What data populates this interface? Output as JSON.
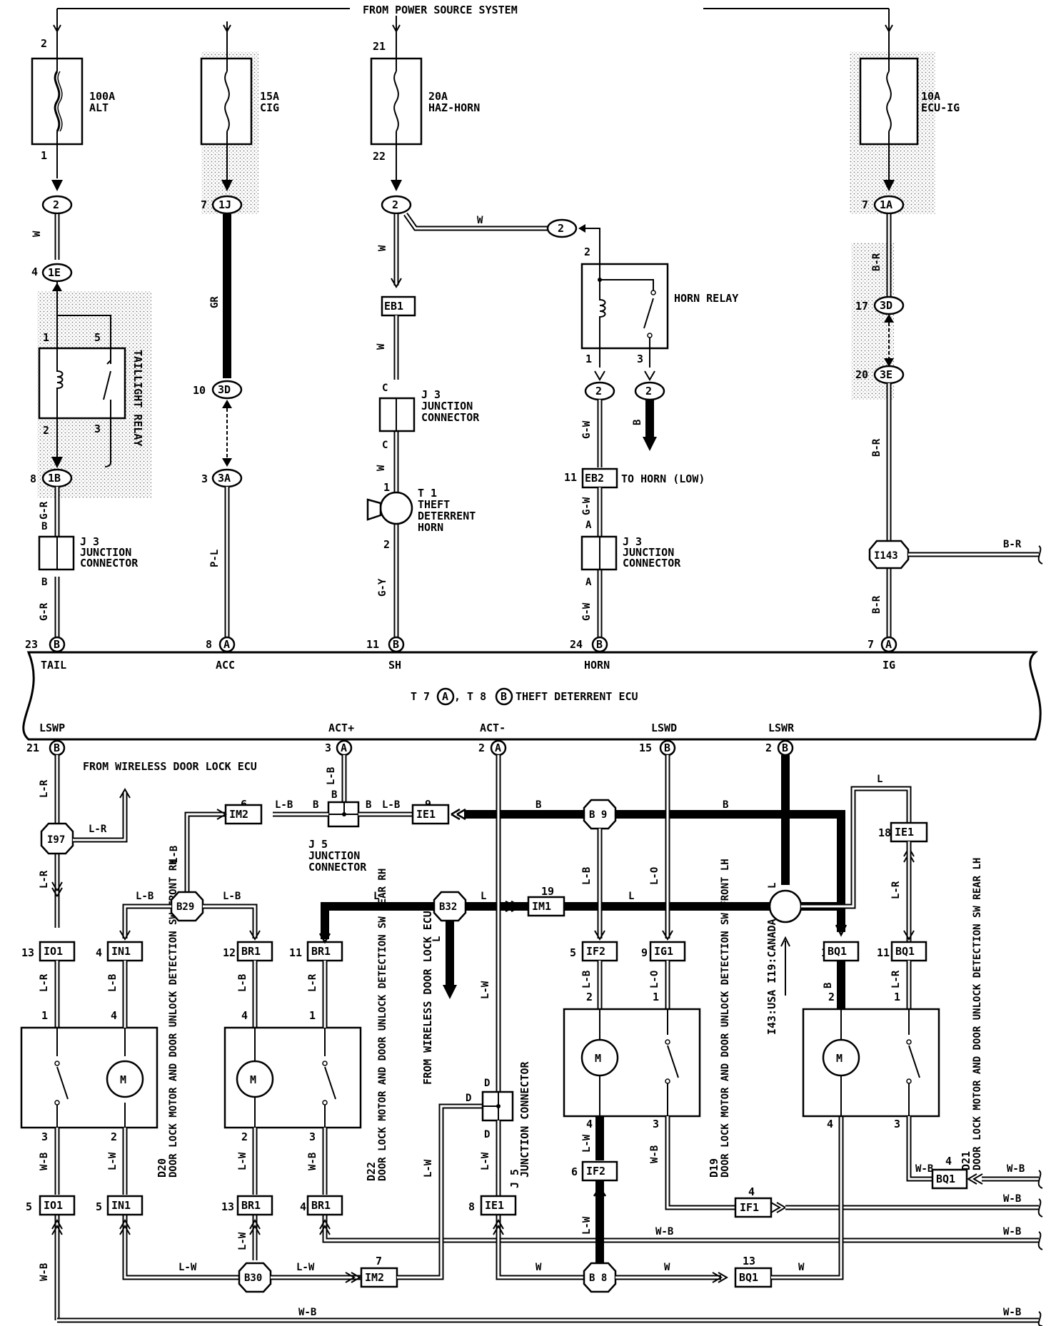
{
  "header": {
    "power_source": "FROM POWER SOURCE SYSTEM"
  },
  "fuses": [
    {
      "pin_in": "2",
      "pin_out": "1",
      "rating": "100A",
      "name": "ALT"
    },
    {
      "rating": "15A",
      "name": "CIG"
    },
    {
      "pin_in": "21",
      "pin_out": "22",
      "rating": "20A",
      "name": "HAZ-HORN"
    },
    {
      "rating": "10A",
      "name": "ECU-IG"
    }
  ],
  "connectors": {
    "c2a": "2",
    "c1E": "1E",
    "c1B": "1B",
    "c1J": "1J",
    "c3D": "3D",
    "c3A": "3A",
    "c2h": "2",
    "c2r": "2",
    "c2x": "2",
    "c2y": "2",
    "c1A": "1A",
    "c3Dr": "3D",
    "c3E": "3E",
    "EB1": "EB1",
    "EB2": "EB2",
    "I143": "I143",
    "pin4": "4",
    "pin8": "8",
    "pin7a": "7",
    "pin10": "10",
    "pin3": "3",
    "pin2eb": "2",
    "pin11eb": "11",
    "pin7b": "7",
    "pin17": "17",
    "pin20": "20"
  },
  "wires": {
    "W": "W",
    "GR": "GR",
    "P_L": "P-L",
    "G_R": "G-R",
    "B": "B",
    "G_Y": "G-Y",
    "G_W": "G-W",
    "B_R": "B-R",
    "A": "A",
    "C": "C",
    "L_R": "L-R",
    "L_B": "L-B",
    "L": "L",
    "L_O": "L-O",
    "L_W": "L-W",
    "W_B": "W-B",
    "D": "D"
  },
  "relays": {
    "taillight": "TAILLIGHT RELAY",
    "horn": "HORN RELAY",
    "pins": {
      "p1": "1",
      "p5": "5",
      "p2": "2",
      "p3": "3"
    }
  },
  "junctions": {
    "j3": "J 3",
    "junction": "JUNCTION",
    "connector": "CONNECTOR",
    "j5": "J 5",
    "j5_text": "JUNCTION CONNECTOR"
  },
  "horn": {
    "id": "T 1",
    "line1": "THEFT",
    "line2": "DETERRENT",
    "line3": "HORN",
    "pin1": "1",
    "pin2": "2"
  },
  "to_horn_low": "TO HORN (LOW)",
  "ecu": {
    "title_prefix": "T 7",
    "title_mid": ", T 8",
    "title_suffix": "THEFT DETERRENT ECU",
    "A": "A",
    "Bc": "B",
    "top_terminals": [
      {
        "pin": "23",
        "conn": "B",
        "name": "TAIL"
      },
      {
        "pin": "8",
        "conn": "A",
        "name": "ACC"
      },
      {
        "pin": "11",
        "conn": "B",
        "name": "SH"
      },
      {
        "pin": "24",
        "conn": "B",
        "name": "HORN"
      },
      {
        "pin": "7",
        "conn": "A",
        "name": "IG"
      }
    ],
    "bottom_terminals": [
      {
        "pin": "21",
        "conn": "B",
        "name": "LSWP"
      },
      {
        "pin": "3",
        "conn": "A",
        "name": "ACT+"
      },
      {
        "pin": "2",
        "conn": "A",
        "name": "ACT-"
      },
      {
        "pin": "15",
        "conn": "B",
        "name": "LSWD"
      },
      {
        "pin": "2",
        "conn": "B",
        "name": "LSWR"
      }
    ]
  },
  "wireless": {
    "top": "FROM WIRELESS DOOR LOCK ECU",
    "side": "FROM WIRELESS DOOR LOCK ECU"
  },
  "splices": [
    "I97",
    "B29",
    "B32",
    "B 9",
    "B30",
    "B 8"
  ],
  "region_note": "I43:USA I19:CANADA",
  "door_units": [
    {
      "id": "D20",
      "desc": "DOOR LOCK MOTOR AND DOOR UNLOCK DETECTION SW FRONT RH"
    },
    {
      "id": "D22",
      "desc": "DOOR LOCK MOTOR AND DOOR UNLOCK DETECTION SW REAR RH"
    },
    {
      "id": "D19",
      "desc": "DOOR LOCK MOTOR AND DOOR UNLOCK DETECTION SW FRONT LH"
    },
    {
      "id": "D21",
      "desc": "DOOR LOCK MOTOR AND DOOR UNLOCK DETECTION SW REAR LH"
    }
  ],
  "motor": "M",
  "bottom_connectors": {
    "IM2": "IM2",
    "IE1": "IE1",
    "IM1": "IM1",
    "IF2": "IF2",
    "IG1": "IG1",
    "BQ1": "BQ1",
    "IO1": "IO1",
    "IN1": "IN1",
    "BR1": "BR1",
    "IF1": "IF1"
  },
  "pins": {
    "p1": "1",
    "p2": "2",
    "p3": "3",
    "p4": "4",
    "p5": "5",
    "p6": "6",
    "p7": "7",
    "p8": "8",
    "p9": "9",
    "p11": "11",
    "p12": "12",
    "p13": "13",
    "p18": "18",
    "p19": "19"
  }
}
